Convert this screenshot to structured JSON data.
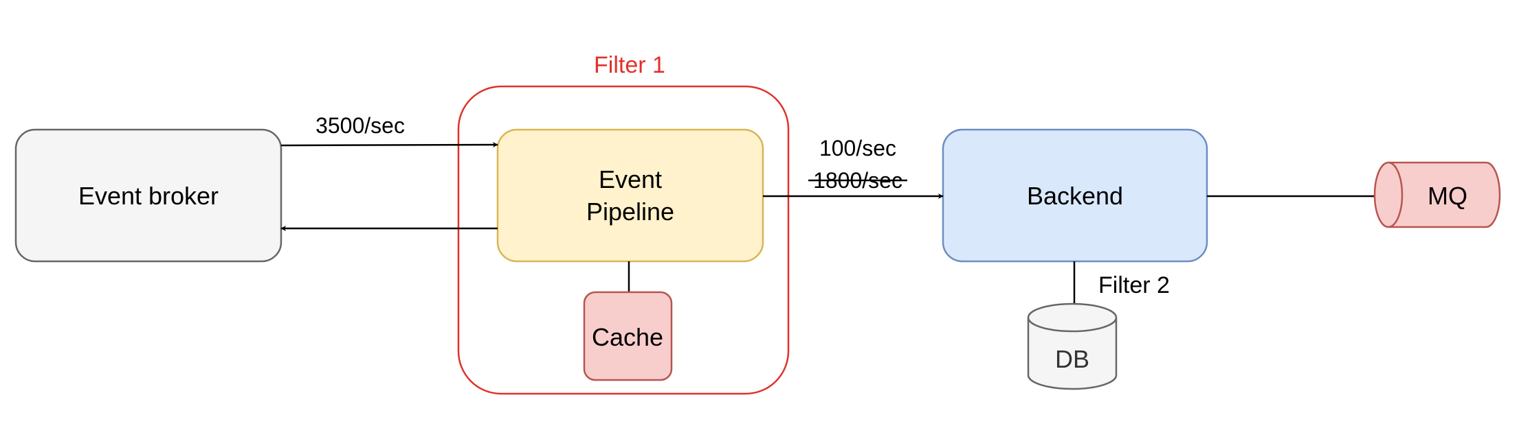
{
  "diagram": {
    "filter1_label": "Filter 1",
    "filter2_label": "Filter 2",
    "nodes": {
      "event_broker": "Event broker",
      "event_pipeline_line1": "Event",
      "event_pipeline_line2": "Pipeline",
      "cache": "Cache",
      "backend": "Backend",
      "db": "DB",
      "mq": "MQ"
    },
    "edges": {
      "broker_to_pipeline_rate": "3500/sec",
      "pipeline_to_backend_rate": "100/sec",
      "pipeline_to_backend_old_rate": "1800/sec"
    },
    "colors": {
      "filter1_border": "#e0312b",
      "filter1_text": "#e0312b",
      "event_broker_fill": "#f5f5f5",
      "event_broker_stroke": "#666666",
      "event_pipeline_fill": "#fff2cc",
      "event_pipeline_stroke": "#d6b656",
      "cache_fill": "#f8cecc",
      "cache_stroke": "#b85450",
      "backend_fill": "#dae8fc",
      "backend_stroke": "#6c8ebf",
      "db_fill": "#f5f5f5",
      "db_stroke": "#666666",
      "mq_fill": "#f8cecc",
      "mq_stroke": "#b85450",
      "edge": "#000000"
    }
  }
}
